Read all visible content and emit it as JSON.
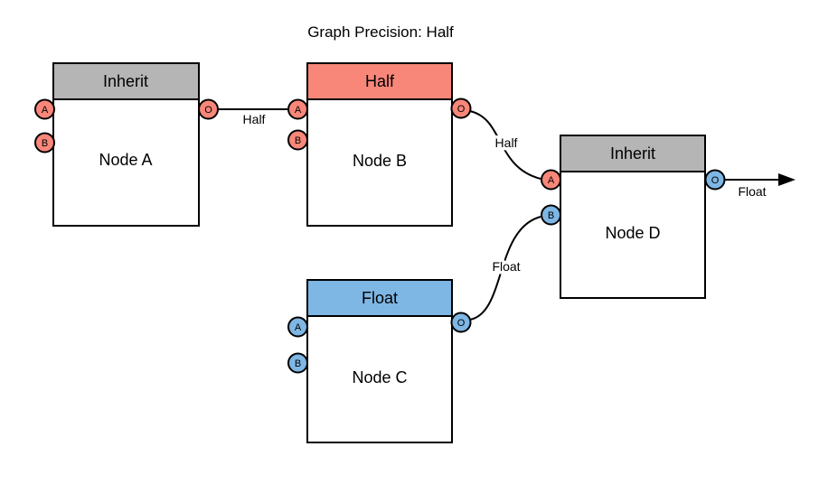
{
  "title": "Graph Precision: Half",
  "colors": {
    "background": "#FFFFFF",
    "node_border": "#000000",
    "edge": "#000000",
    "gray_header": "#B5B5B5",
    "red_header": "#F8877A",
    "blue_header": "#7EB6E4"
  },
  "nodes": [
    {
      "name": "Node A",
      "precision_label": "Inherit",
      "header_color": "#B5B5B5",
      "ports": {
        "a": {
          "label": "A",
          "color": "#F8877A"
        },
        "b": {
          "label": "B",
          "color": "#F8877A"
        },
        "o": {
          "label": "O",
          "color": "#F8877A"
        }
      }
    },
    {
      "name": "Node B",
      "precision_label": "Half",
      "header_color": "#F8877A",
      "ports": {
        "a": {
          "label": "A",
          "color": "#F8877A"
        },
        "b": {
          "label": "B",
          "color": "#F8877A"
        },
        "o": {
          "label": "O",
          "color": "#F8877A"
        }
      }
    },
    {
      "name": "Node C",
      "precision_label": "Float",
      "header_color": "#7EB6E4",
      "ports": {
        "a": {
          "label": "A",
          "color": "#7EB6E4"
        },
        "b": {
          "label": "B",
          "color": "#7EB6E4"
        },
        "o": {
          "label": "O",
          "color": "#7EB6E4"
        }
      }
    },
    {
      "name": "Node D",
      "precision_label": "Inherit",
      "header_color": "#B5B5B5",
      "ports": {
        "a": {
          "label": "A",
          "color": "#F8877A"
        },
        "b": {
          "label": "B",
          "color": "#7EB6E4"
        },
        "o": {
          "label": "O",
          "color": "#7EB6E4"
        }
      }
    }
  ],
  "edges": [
    {
      "label": "Half",
      "from": "Node A.O",
      "to": "Node B.A"
    },
    {
      "label": "Half",
      "from": "Node B.O",
      "to": "Node D.A"
    },
    {
      "label": "Float",
      "from": "Node C.O",
      "to": "Node D.B"
    },
    {
      "label": "Float",
      "from": "Node D.O",
      "to": "graph-output"
    }
  ]
}
